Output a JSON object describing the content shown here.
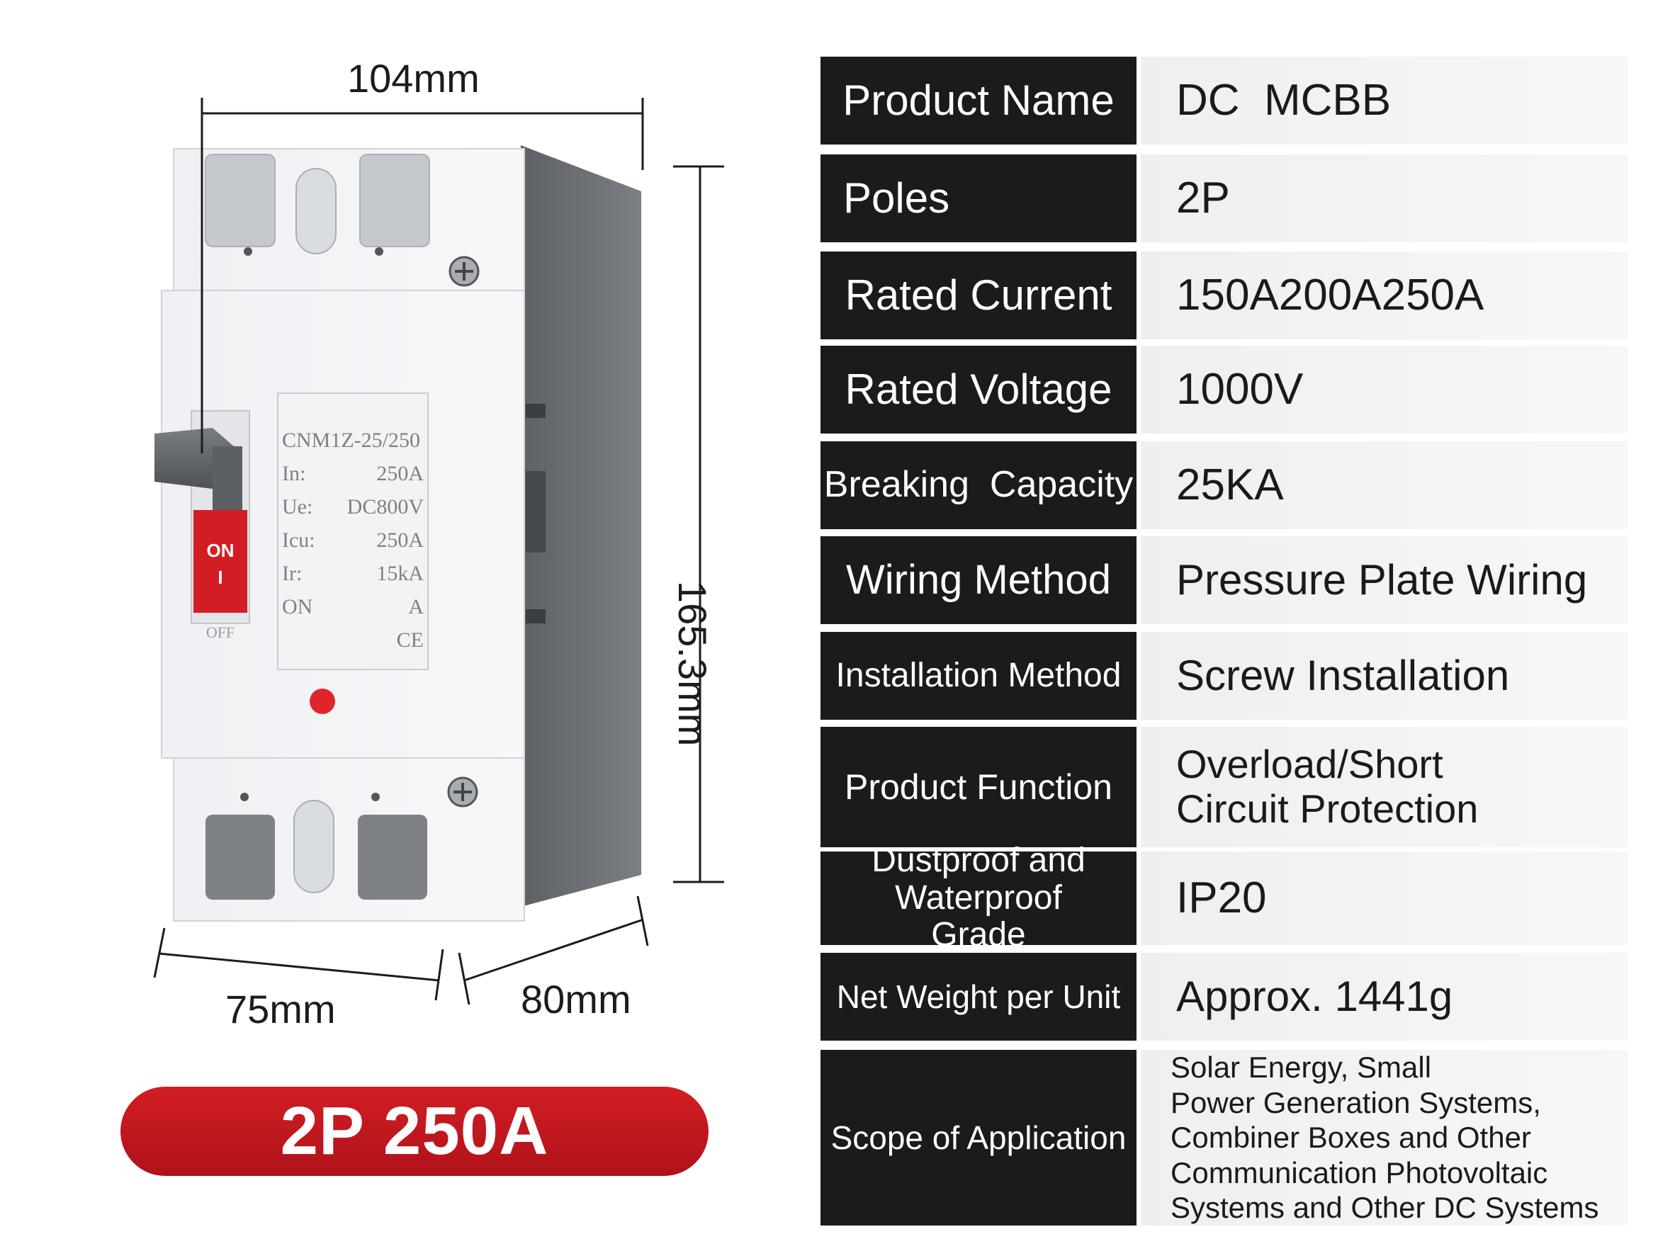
{
  "product": {
    "dimensions": {
      "width": "104mm",
      "height": "165.3mm",
      "depth_front": "75mm",
      "depth_side": "80mm"
    },
    "device_label": {
      "model": "CNM1Z-25/250",
      "line1_key": "In:",
      "line1_val": "250A",
      "line2_key": "Ue:",
      "line2_val": "DC800V",
      "line3_key": "Icu:",
      "line3_val": "250A",
      "line4_key": "Ir:",
      "line4_val": "15kA",
      "line5_key": "ON",
      "line5_val": "A",
      "handle_on": "ON",
      "handle_i": "I",
      "handle_off": "OFF",
      "ce_mark": "CE"
    },
    "badge": "2P 250A",
    "accent_color": "#c41820"
  },
  "specs": [
    {
      "label": "Product Name",
      "value": [
        "DC  MCBB"
      ]
    },
    {
      "label": "Poles",
      "value": [
        "2P"
      ]
    },
    {
      "label": "Rated Current",
      "value": [
        "150A200A250A"
      ]
    },
    {
      "label": "Rated Voltage",
      "value": [
        "1000V"
      ]
    },
    {
      "label": "Breaking  Capacity",
      "value": [
        "25KA"
      ]
    },
    {
      "label": "Wiring Method",
      "value": [
        "Pressure Plate Wiring"
      ]
    },
    {
      "label": "Installation Method",
      "value": [
        "Screw Installation"
      ]
    },
    {
      "label": "Product Function",
      "value": [
        "Overload/Short",
        "Circuit Protection"
      ]
    },
    {
      "label": "Dustproof and Waterproof Grade",
      "value": [
        "IP20"
      ]
    },
    {
      "label": "Net Weight per Unit",
      "value": [
        "Approx. 1441g"
      ]
    },
    {
      "label": "Scope of Application",
      "value": [
        "Solar Energy, Small",
        "Power Generation Systems,",
        "Combiner Boxes and Other",
        "Communication Photovoltaic",
        "Systems and Other DC Systems"
      ]
    }
  ]
}
